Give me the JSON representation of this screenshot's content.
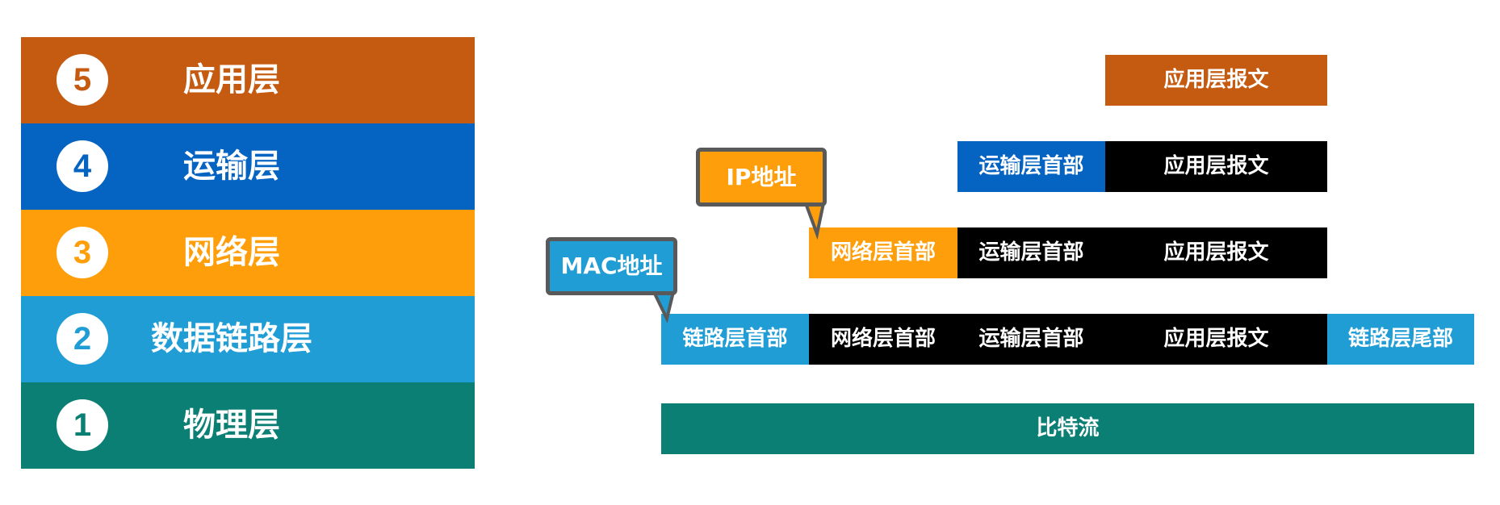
{
  "layers": [
    {
      "num": "5",
      "label": "应用层",
      "color": "#C55A11"
    },
    {
      "num": "4",
      "label": "运输层",
      "color": "#0563C1"
    },
    {
      "num": "3",
      "label": "网络层",
      "color": "#FF9E0B"
    },
    {
      "num": "2",
      "label": "数据链路层",
      "color": "#219DD6"
    },
    {
      "num": "1",
      "label": "物理层",
      "color": "#0B7F74"
    }
  ],
  "blocks": {
    "app_msg": "应用层报文",
    "transport_header": "运输层首部",
    "network_header": "网络层首部",
    "link_header": "链路层首部",
    "link_trailer": "链路层尾部",
    "bitstream": "比特流"
  },
  "callouts": {
    "ip": "IP地址",
    "mac": "MAC地址"
  }
}
